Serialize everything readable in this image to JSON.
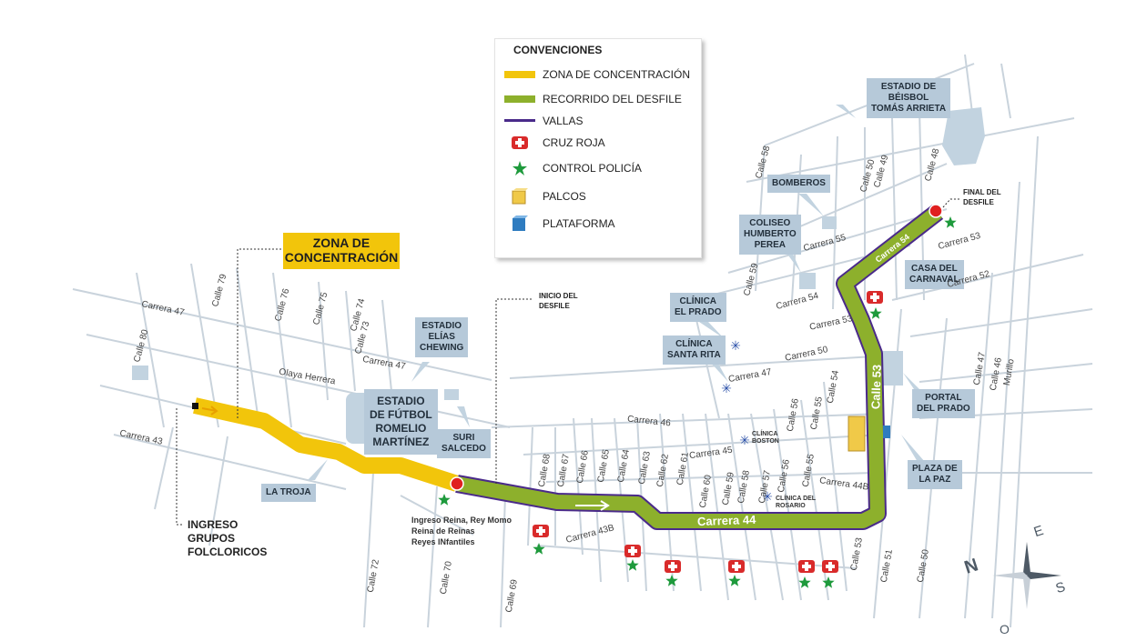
{
  "legend": {
    "title": "CONVENCIONES",
    "items": [
      {
        "label": "ZONA DE CONCENTRACIÓN",
        "icon": "yellow-line-icon"
      },
      {
        "label": "RECORRIDO DEL DESFILE",
        "icon": "green-line-icon"
      },
      {
        "label": "VALLAS",
        "icon": "purple-line-icon"
      },
      {
        "label": "CRUZ ROJA",
        "icon": "red-cross-icon"
      },
      {
        "label": "CONTROL POLICÍA",
        "icon": "green-star-icon"
      },
      {
        "label": "PALCOS",
        "icon": "yellow-box-icon"
      },
      {
        "label": "PLATAFORMA",
        "icon": "blue-box-icon"
      }
    ]
  },
  "colors": {
    "zona": "#f2c50b",
    "recorrido": "#8db02c",
    "vallas": "#4a2a8a",
    "cruz_roja": "#d92b2b",
    "policia": "#1e9a3c",
    "callout_bg": "#b6c9d9",
    "street": "#c9d3dc"
  },
  "callouts": {
    "zona_concentracion": "ZONA DE\nCONCENTRACIÓN",
    "estadio_beisbol": "ESTADIO DE\nBÉISBOL\nTOMÁS ARRIETA",
    "bomberos": "BOMBEROS",
    "coliseo": "COLISEO\nHUMBERTO\nPEREA",
    "casa_carnaval": "CASA DEL\nCARNAVAL",
    "clinica_prado": "CLÍNICA\nEL PRADO",
    "clinica_santa_rita": "CLÍNICA\nSANTA RITA",
    "estadio_elias": "ESTADIO\nELÍAS\nCHEWING",
    "estadio_futbol": "ESTADIO\nDE FÚTBOL\nROMELIO\nMARTÍNEZ",
    "suri_salcedo": "SURI\nSALCEDO",
    "la_troja": "LA TROJA",
    "portal_prado": "PORTAL\nDEL PRADO",
    "plaza_paz": "PLAZA DE\nLA PAZ"
  },
  "labels": {
    "final_desfile": "FINAL DEL\nDESFILE",
    "inicio_desfile": "INICIO DEL\nDESFILE",
    "ingreso_grupos": "INGRESO\nGRUPOS\nFOLCLORICOS",
    "ingreso_reina": "Ingreso Reina, Rey Momo\nReina de Reinas\nReyes INfantiles",
    "clinica_boston": "CLÍNICA\nBOSTON",
    "clinica_rosario": "CLÍNICA DEL\nROSARIO"
  },
  "route_labels": {
    "carrera44": "Carrera 44",
    "calle53": "Calle 53",
    "carrera54": "Carrera 54"
  },
  "streets": {
    "carrera47_w": "Carrera 47",
    "calle80": "Calle 80",
    "calle79": "Calle 79",
    "calle76": "Calle 76",
    "calle75": "Calle 75",
    "calle74": "Calle 74",
    "calle73": "Calle 73",
    "olaya": "Olaya Herrera",
    "carrera47_c": "Carrera 47",
    "carrera43": "Carrera 43",
    "calle72": "Calle 72",
    "calle70": "Calle 70",
    "calle69": "Calle 69",
    "carrera43b": "Carrera 43B",
    "calle68": "Calle 68",
    "calle67": "Calle 67",
    "calle66": "Calle 66",
    "calle65": "Calle 65",
    "calle64": "Calle 64",
    "calle63": "Calle 63",
    "calle62": "Calle 62",
    "calle61": "Calle 61",
    "calle60": "Calle 60",
    "calle59": "Calle 59",
    "calle58": "Calle 58",
    "calle57": "Calle 57",
    "calle56a": "Calle 56",
    "calle55a": "Calle 55",
    "calle56b": "Calle 56",
    "calle55b": "Calle 55",
    "calle54": "Calle 54",
    "calle53b": "Calle 53",
    "calle51": "Calle 51",
    "calle50b": "Calle 50",
    "carrera46": "Carrera 46",
    "carrera45": "Carrera 45",
    "carrera44b": "Carrera 44B",
    "carrera47_e": "Carrera 47",
    "carrera50": "Carrera 50",
    "carrera53a": "Carrera 53",
    "carrera54b": "Carrera 54",
    "carrera55": "Carrera 55",
    "carrera53b": "Carrera 53",
    "carrera52": "Carrera 52",
    "calle59n": "Calle 59",
    "calle58n": "Calle 58",
    "calle50n": "Calle 50",
    "calle49": "Calle 49",
    "calle48": "Calle 48",
    "calle47": "Calle 47",
    "calle46": "Calle 46",
    "murillo": "Murillo"
  },
  "compass": {
    "n": "N",
    "s": "S",
    "e": "E",
    "o": "O"
  }
}
